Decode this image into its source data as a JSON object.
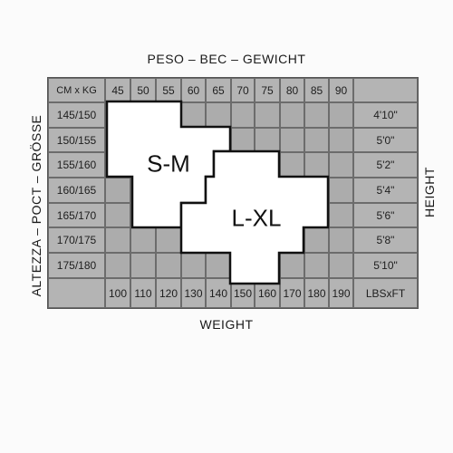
{
  "captions": {
    "top": "PESO – BEC – GEWICHT",
    "bottom": "WEIGHT",
    "left": "ALTEZZA – POCT – GRÖSSE",
    "right": "HEIGHT"
  },
  "table": {
    "corner_label": "CM x KG",
    "kg_columns": [
      "45",
      "50",
      "55",
      "60",
      "65",
      "70",
      "75",
      "80",
      "85",
      "90"
    ],
    "lbs_columns": [
      "100",
      "110",
      "120",
      "130",
      "140",
      "150",
      "160",
      "170",
      "180",
      "190"
    ],
    "lbs_ft_label": "LBSxFT",
    "rows": [
      {
        "cm": "145/150",
        "ft": "4'10\""
      },
      {
        "cm": "150/155",
        "ft": "5'0\""
      },
      {
        "cm": "155/160",
        "ft": "5'2\""
      },
      {
        "cm": "160/165",
        "ft": "5'4\""
      },
      {
        "cm": "165/170",
        "ft": "5'6\""
      },
      {
        "cm": "170/175",
        "ft": "5'8\""
      },
      {
        "cm": "175/180",
        "ft": "5'10\""
      }
    ]
  },
  "zones": {
    "small": "S-M",
    "large": "L-XL"
  }
}
